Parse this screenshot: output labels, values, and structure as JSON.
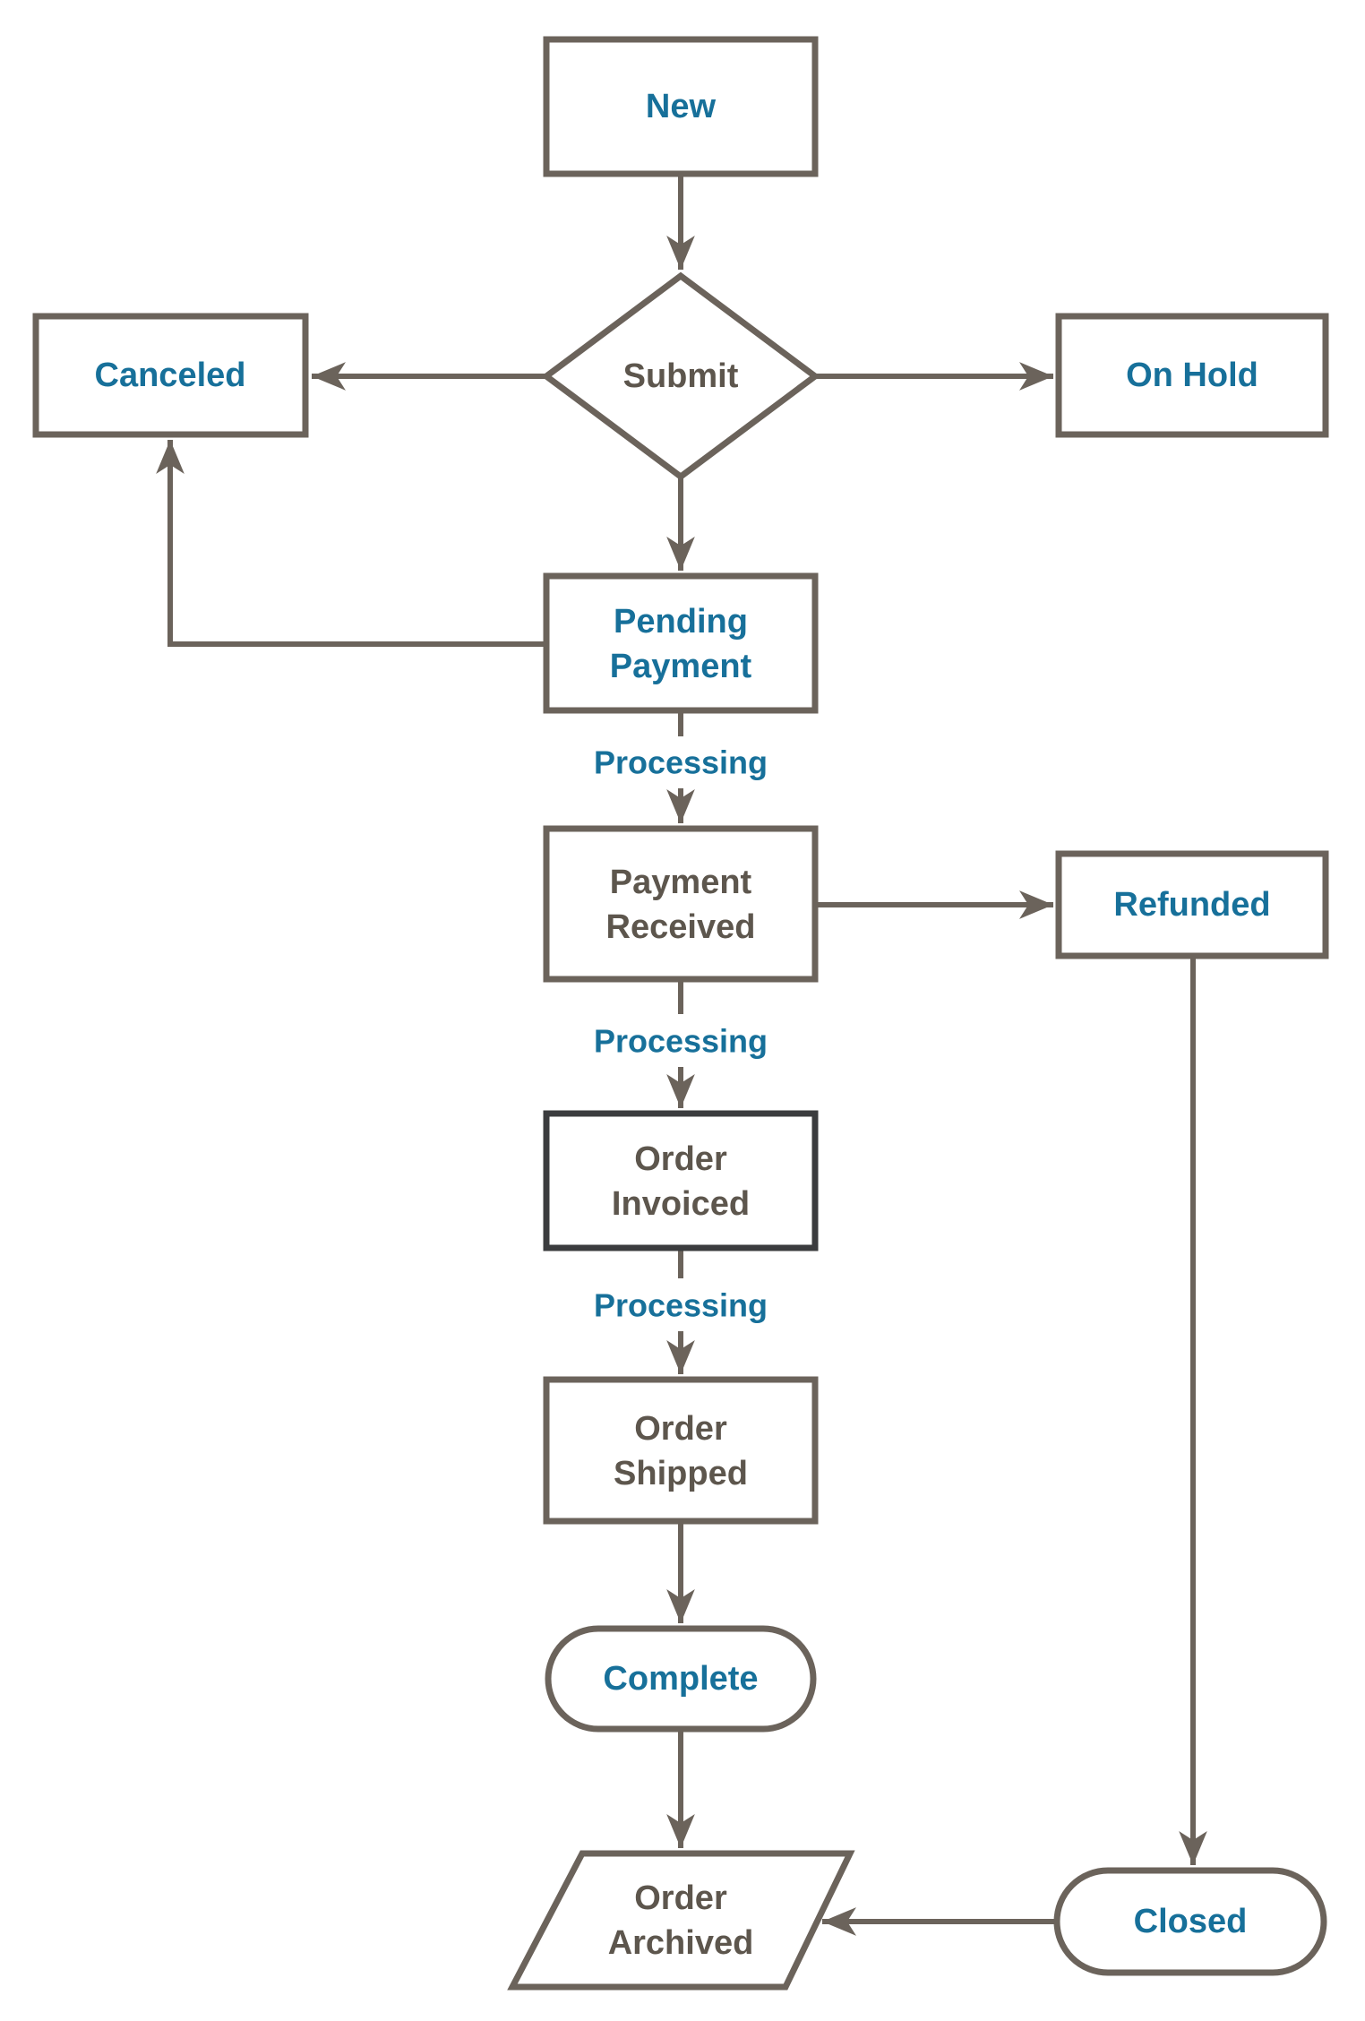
{
  "diagram": {
    "type": "flowchart",
    "background_color": "#ffffff",
    "colors": {
      "connector_line": "#6b635b",
      "node_border": "#6b635b",
      "node_border_dark": "#3b3c3e",
      "node_fill": "#ffffff",
      "label_blue": "#17709a",
      "label_gray": "#5d564d"
    },
    "nodes": {
      "new": {
        "label": "New",
        "shape": "rectangle",
        "label_color": "blue"
      },
      "submit": {
        "label": "Submit",
        "shape": "diamond",
        "label_color": "gray"
      },
      "canceled": {
        "label": "Canceled",
        "shape": "rectangle",
        "label_color": "blue"
      },
      "on_hold": {
        "label": "On Hold",
        "shape": "rectangle",
        "label_color": "blue"
      },
      "pending_payment": {
        "label": "Pending Payment",
        "line1": "Pending",
        "line2": "Payment",
        "shape": "rectangle",
        "label_color": "blue"
      },
      "payment_received": {
        "label": "Payment Received",
        "line1": "Payment",
        "line2": "Received",
        "shape": "rectangle",
        "label_color": "gray"
      },
      "refunded": {
        "label": "Refunded",
        "shape": "rectangle",
        "label_color": "blue"
      },
      "order_invoiced": {
        "label": "Order Invoiced",
        "line1": "Order",
        "line2": "Invoiced",
        "shape": "rectangle",
        "label_color": "gray"
      },
      "order_shipped": {
        "label": "Order Shipped",
        "line1": "Order",
        "line2": "Shipped",
        "shape": "rectangle",
        "label_color": "gray"
      },
      "complete": {
        "label": "Complete",
        "shape": "stadium",
        "label_color": "blue"
      },
      "order_archived": {
        "label": "Order Archived",
        "line1": "Order",
        "line2": "Archived",
        "shape": "parallelogram",
        "label_color": "gray"
      },
      "closed": {
        "label": "Closed",
        "shape": "stadium",
        "label_color": "blue"
      }
    },
    "edges": [
      {
        "from": "new",
        "to": "submit",
        "label": ""
      },
      {
        "from": "submit",
        "to": "canceled",
        "label": ""
      },
      {
        "from": "submit",
        "to": "on_hold",
        "label": ""
      },
      {
        "from": "submit",
        "to": "pending_payment",
        "label": ""
      },
      {
        "from": "pending_payment",
        "to": "canceled",
        "label": ""
      },
      {
        "from": "pending_payment",
        "to": "payment_received",
        "label": "Processing"
      },
      {
        "from": "payment_received",
        "to": "refunded",
        "label": ""
      },
      {
        "from": "payment_received",
        "to": "order_invoiced",
        "label": "Processing"
      },
      {
        "from": "order_invoiced",
        "to": "order_shipped",
        "label": "Processing"
      },
      {
        "from": "order_shipped",
        "to": "complete",
        "label": ""
      },
      {
        "from": "complete",
        "to": "order_archived",
        "label": ""
      },
      {
        "from": "refunded",
        "to": "closed",
        "label": ""
      },
      {
        "from": "closed",
        "to": "order_archived",
        "label": ""
      }
    ]
  }
}
